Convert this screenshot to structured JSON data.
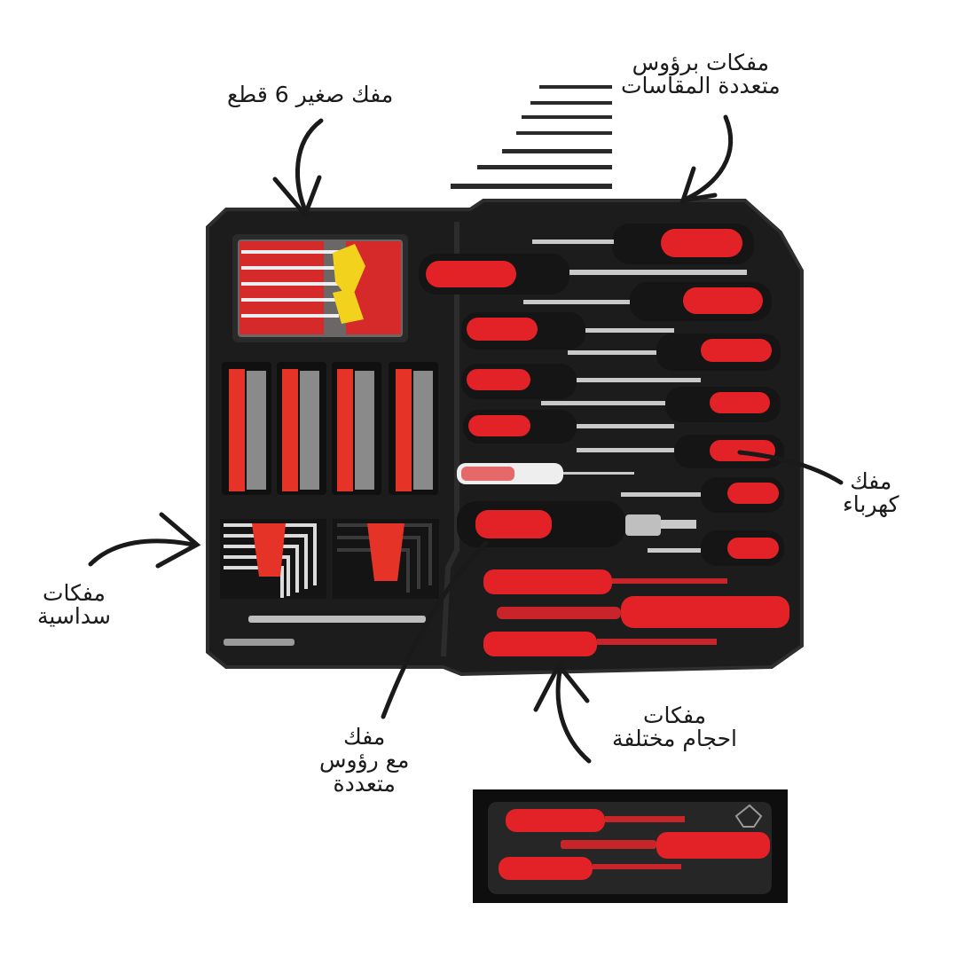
{
  "labels": {
    "small_screwdriver": "مفك صغير 6 قطع",
    "bit_heads_line1": "مفكات برؤوس",
    "bit_heads_line2": "متعددة المقاسات",
    "electric_line1": "مفك",
    "electric_line2": "كهرباء",
    "hex_line1": "مفكات",
    "hex_line2": "سداسية",
    "multi_head_line1": "مفك",
    "multi_head_line2": "مع رؤوس",
    "multi_head_line3": "متعددة",
    "sizes_line1": "مفكات",
    "sizes_line2": "احجام مختلفة"
  },
  "colors": {
    "case": "#1c1c1c",
    "case_edge": "#2b2b2b",
    "slot": "#0f0f0f",
    "handle_red": "#e32227",
    "handle_black": "#151515",
    "shaft": "#c9c9c9",
    "annotation": "#1a1a1a"
  }
}
